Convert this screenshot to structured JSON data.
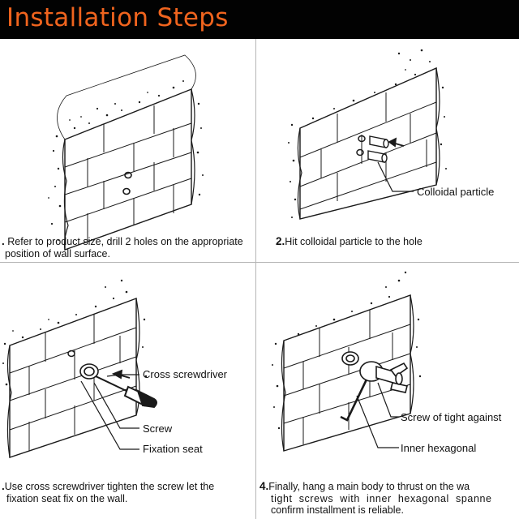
{
  "header": {
    "title": "Installation Steps",
    "background": "#020202",
    "title_color": "#f0641e"
  },
  "steps": [
    {
      "number": ".",
      "caption_lines": [
        "Refer to product size, drill 2 holes on the appropriate",
        "position of wall surface."
      ],
      "callouts": []
    },
    {
      "number": "2.",
      "caption_lines": [
        "Hit colloidal particle to the hole"
      ],
      "callouts": [
        "Colloidal particle"
      ]
    },
    {
      "number": ".",
      "caption_lines": [
        "Use cross screwdriver tighten the screw let the",
        "fixation seat fix on the wall."
      ],
      "callouts": [
        "Cross screwdriver",
        "Screw",
        "Fixation seat"
      ]
    },
    {
      "number": "4.",
      "caption_lines": [
        "Finally, hang a main body to thrust on the wa",
        "tight screws with inner hexagonal spanne",
        "confirm installment is reliable."
      ],
      "callouts": [
        "Screw of tight against",
        "Inner hexagonal"
      ]
    }
  ],
  "line_color": "#b5b5b5",
  "ink_color": "#1a1a1a"
}
